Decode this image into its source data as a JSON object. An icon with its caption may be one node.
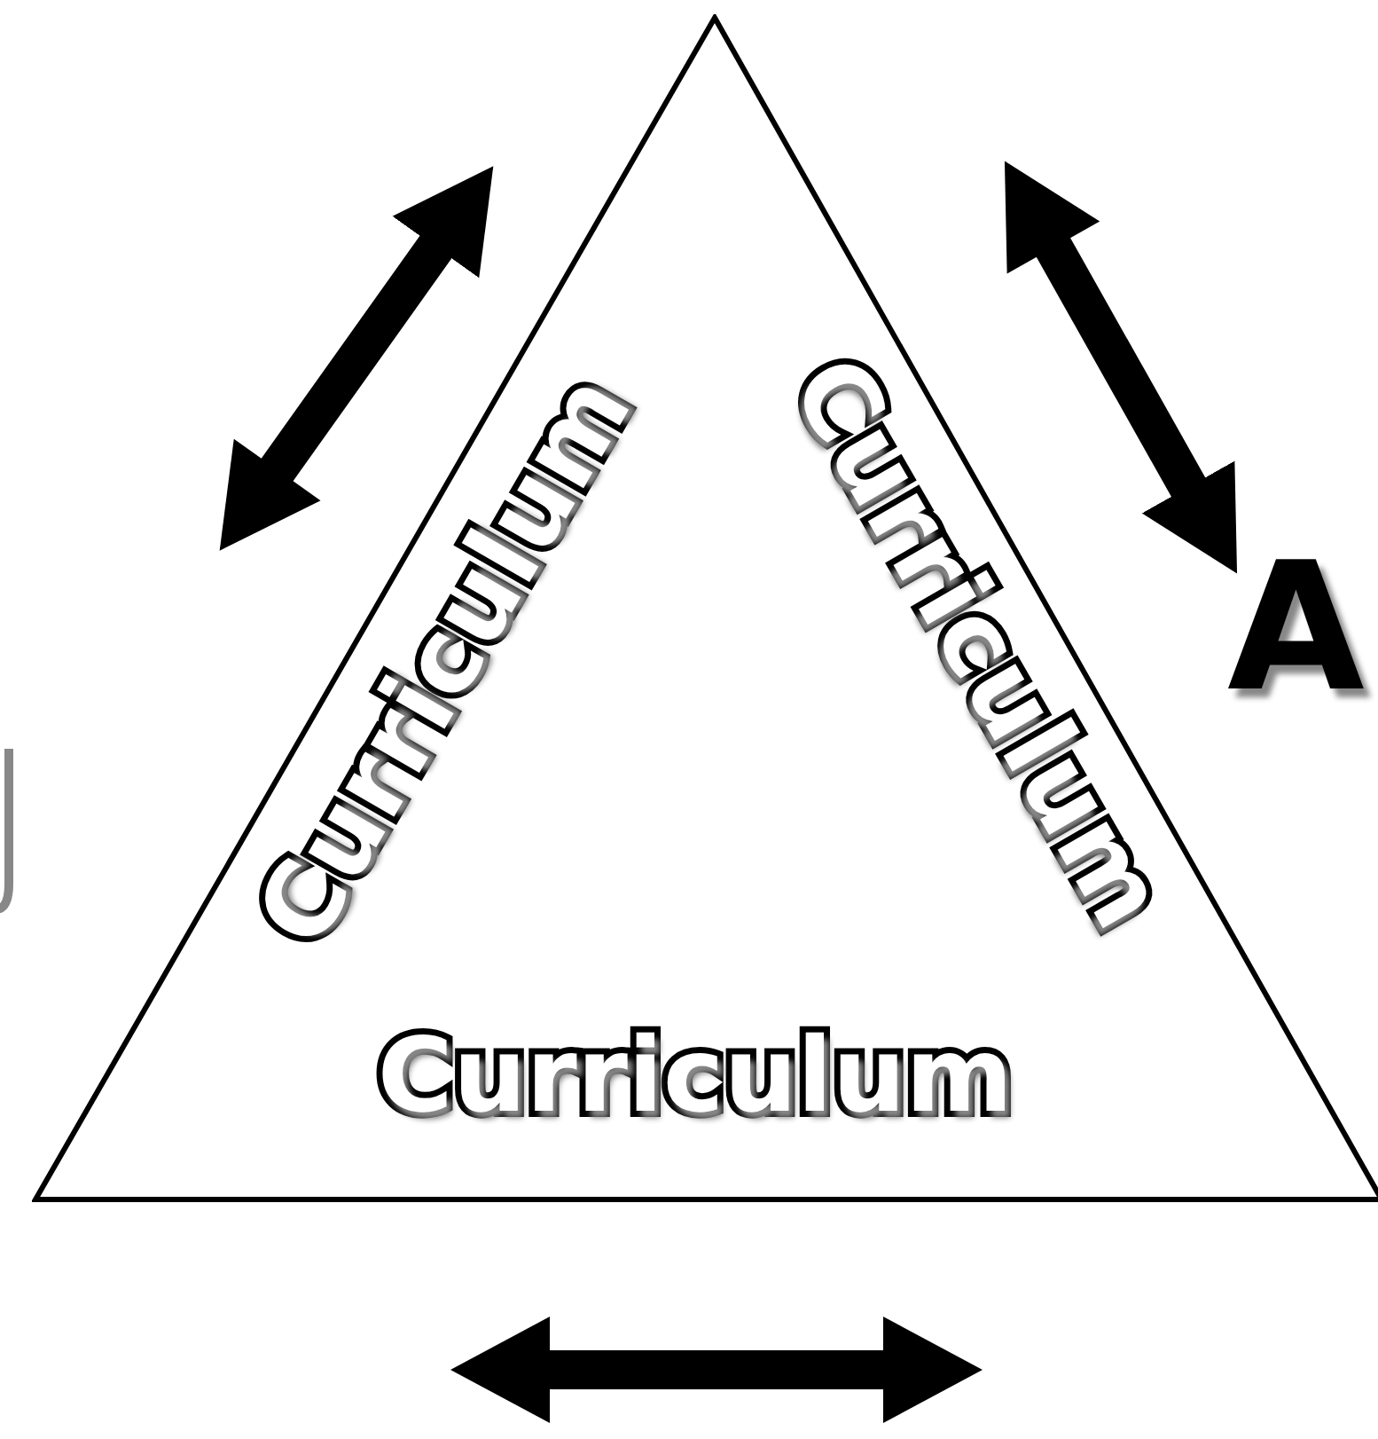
{
  "diagram": {
    "nodes": [
      {
        "text": [
          "Curriculum",
          "Curriculum",
          "Curriculum"
        ]
      },
      {
        "text": [
          "A"
        ]
      }
    ],
    "edges": [
      {
        "from": null,
        "to": 1,
        "arrow": "both"
      }
    ]
  }
}
